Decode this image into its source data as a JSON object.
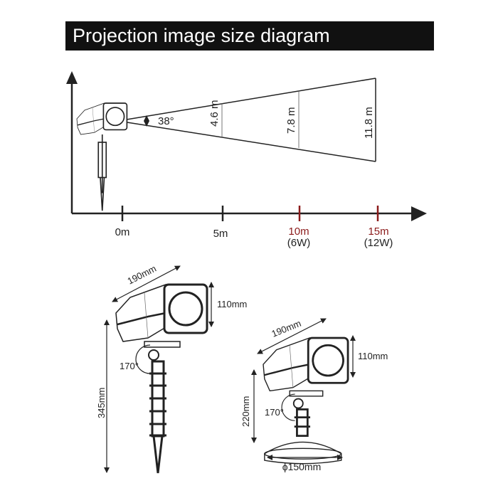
{
  "title": "Projection image size diagram",
  "projection": {
    "angle_label": "38°",
    "sizes": [
      "4.6 m",
      "7.8 m",
      "11.8 m"
    ],
    "distances": [
      {
        "label": "0m",
        "note": "",
        "color": "#222222"
      },
      {
        "label": "5m",
        "note": "",
        "color": "#222222"
      },
      {
        "label": "10m",
        "note": "(6W)",
        "color": "#8b1a1a"
      },
      {
        "label": "15m",
        "note": "(12W)",
        "color": "#8b1a1a"
      }
    ]
  },
  "stake_model": {
    "length": "190mm",
    "height_head": "110mm",
    "total_height": "345mm",
    "rotation": "170°"
  },
  "base_model": {
    "length": "190mm",
    "height_head": "110mm",
    "total_height": "220mm",
    "rotation": "170°",
    "base_diameter": "ϕ150mm"
  }
}
